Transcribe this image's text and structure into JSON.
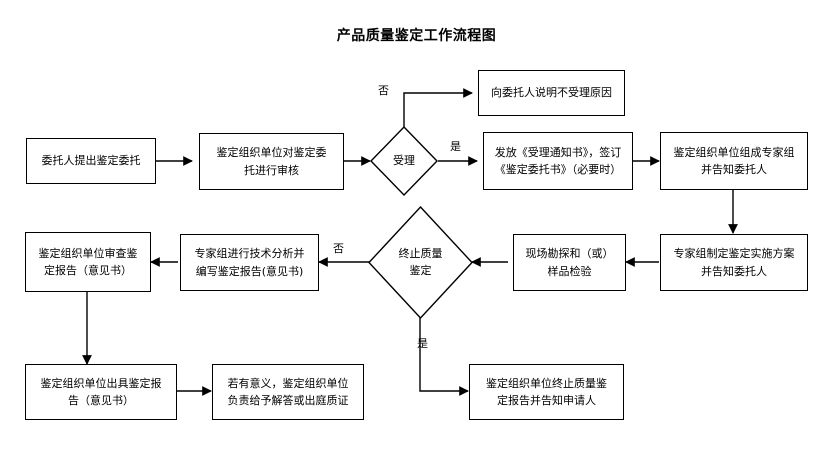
{
  "diagram": {
    "title": "产品质量鉴定工作流程图",
    "type": "flowchart",
    "stroke_color": "#000000",
    "fill_color": "#ffffff",
    "text_color": "#000000",
    "nodes": [
      {
        "id": "n1",
        "shape": "rect",
        "label": "委托人提出鉴定委托"
      },
      {
        "id": "n2",
        "shape": "rect",
        "label": "鉴定组织单位对鉴定委\n托进行审核"
      },
      {
        "id": "n3",
        "shape": "diamond",
        "label": "受理"
      },
      {
        "id": "n4",
        "shape": "rect",
        "label": "向委托人说明不受理原因"
      },
      {
        "id": "n5",
        "shape": "rect",
        "label": "发放《受理通知书》，签订\n《鉴定委托书》（必要时）"
      },
      {
        "id": "n6",
        "shape": "rect",
        "label": "鉴定组织单位组成专家组\n并告知委托人"
      },
      {
        "id": "n7",
        "shape": "rect",
        "label": "专家组制定鉴定实施方案\n并告知委托人"
      },
      {
        "id": "n8",
        "shape": "rect",
        "label": "现场勘探和（或）\n样品检验"
      },
      {
        "id": "n9",
        "shape": "diamond",
        "label": "终止质量\n鉴定"
      },
      {
        "id": "n10",
        "shape": "rect",
        "label": "专家组进行技术分析并\n编写鉴定报告(意见书)"
      },
      {
        "id": "n11",
        "shape": "rect",
        "label": "鉴定组织单位审查鉴\n定报告（意见书）"
      },
      {
        "id": "n12",
        "shape": "rect",
        "label": "鉴定组织单位出具鉴定报\n告（意见书）"
      },
      {
        "id": "n13",
        "shape": "rect",
        "label": "若有意义，鉴定组织单位\n负责给予解答或出庭质证"
      },
      {
        "id": "n14",
        "shape": "rect",
        "label": "鉴定组织单位终止质量鉴\n定报告并告知申请人"
      }
    ],
    "edge_labels": [
      {
        "id": "e_no_accept",
        "text": "否"
      },
      {
        "id": "e_yes_accept",
        "text": "是"
      },
      {
        "id": "e_no_stop",
        "text": "否"
      },
      {
        "id": "e_yes_stop",
        "text": "是"
      }
    ]
  }
}
